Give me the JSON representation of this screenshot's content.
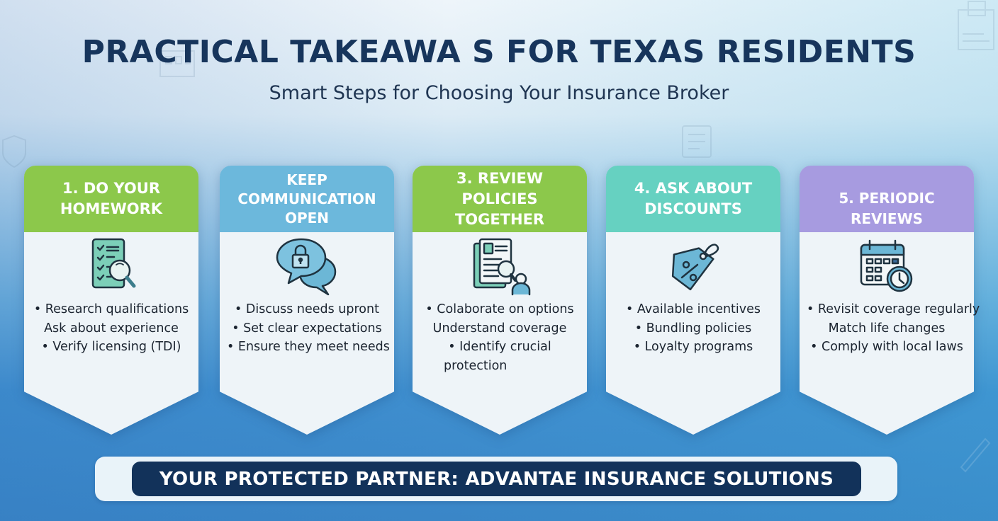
{
  "header": {
    "title": "PRACTICAL TAKEAWA S FOR TEXAS RESIDENTS",
    "subtitle": "Smart Steps for Choosing Your Insurance Broker"
  },
  "colors": {
    "title": "#17355c",
    "green_header": "#8cc84b",
    "blue_header": "#6cb8dc",
    "teal_header": "#66d1c1",
    "purple_header": "#a79be0",
    "card_body": "#eef4f8",
    "footer_pill": "#12325a",
    "icon_fill_teal": "#7ccfb8",
    "icon_fill_blue": "#6cb7d6",
    "icon_stroke": "#1f3340"
  },
  "cards": [
    {
      "title": "1. DO YOUR\nHOMEWORK",
      "icon": "checklist-magnifier-icon",
      "items": [
        "• Research qualifications",
        "Ask about experience",
        "• Verify licensing (TDI)"
      ]
    },
    {
      "title": "KEEP\nCOMMUNICATION\nOPEN",
      "icon": "chat-bubbles-lock-icon",
      "items": [
        "• Discuss needs upront",
        "• Set clear expectations",
        "• Ensure they meet needs"
      ]
    },
    {
      "title": "3. REVIEW POLICIES\nTOGETHER",
      "icon": "document-magnifier-person-icon",
      "items": [
        "• Colaborate on options",
        "Understand coverage",
        "• Identify crucial",
        "protection"
      ]
    },
    {
      "title": "4. ASK ABOUT\nDISCOUNTS",
      "icon": "percent-tag-icon",
      "items": [
        "• Available incentives",
        "• Bundling policies",
        "• Loyalty programs"
      ]
    },
    {
      "title": "5. PERIODIC REVIEWS",
      "icon": "calendar-clock-icon",
      "items": [
        "• Revisit coverage regularly",
        "Match life changes",
        "• Comply with local laws"
      ]
    }
  ],
  "footer": {
    "text": "YOUR PROTECTED PARTNER: ADVANTAE INSURANCE SOLUTIONS"
  }
}
